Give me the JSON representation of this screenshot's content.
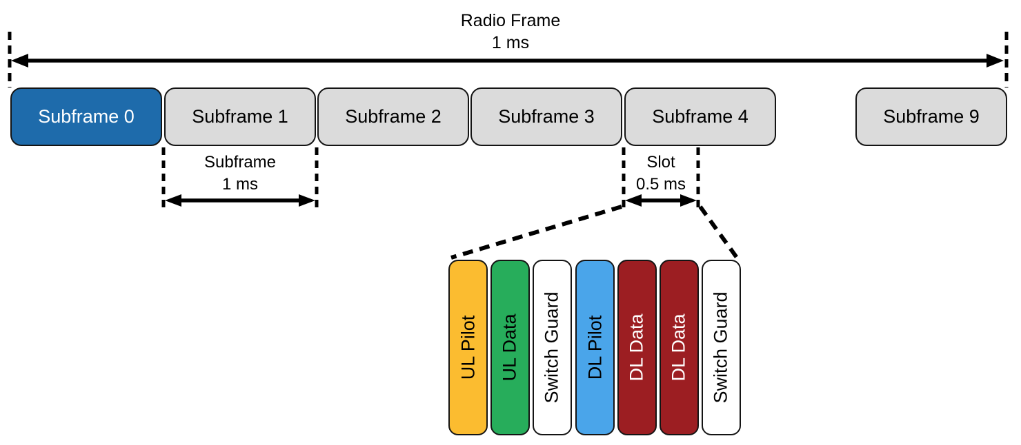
{
  "radio_frame": {
    "label": "Radio Frame",
    "duration": "1 ms"
  },
  "subframes": [
    {
      "label": "Subframe 0",
      "highlighted": true,
      "fill": "#1e6bab",
      "text_color": "#ffffff"
    },
    {
      "label": "Subframe 1",
      "highlighted": false,
      "fill": "#dbdbdb",
      "text_color": "#000000"
    },
    {
      "label": "Subframe 2",
      "highlighted": false,
      "fill": "#dbdbdb",
      "text_color": "#000000"
    },
    {
      "label": "Subframe 3",
      "highlighted": false,
      "fill": "#dbdbdb",
      "text_color": "#000000"
    },
    {
      "label": "Subframe 4",
      "highlighted": false,
      "fill": "#dbdbdb",
      "text_color": "#000000"
    },
    {
      "label": "Subframe 9",
      "highlighted": false,
      "fill": "#dbdbdb",
      "text_color": "#000000"
    }
  ],
  "subframe_annotation": {
    "label": "Subframe",
    "duration": "1 ms"
  },
  "slot_annotation": {
    "label": "Slot",
    "duration": "0.5 ms"
  },
  "slot_detail": [
    {
      "label": "UL Pilot",
      "fill": "#fbbc30",
      "text_color": "#000000"
    },
    {
      "label": "UL Data",
      "fill": "#27ad5b",
      "text_color": "#000000"
    },
    {
      "label": "Switch Guard",
      "fill": "#ffffff",
      "text_color": "#000000"
    },
    {
      "label": "DL Pilot",
      "fill": "#4aa5ea",
      "text_color": "#000000"
    },
    {
      "label": "DL Data",
      "fill": "#9c1e22",
      "text_color": "#ffffff"
    },
    {
      "label": "DL Data",
      "fill": "#9c1e22",
      "text_color": "#ffffff"
    },
    {
      "label": "Switch Guard",
      "fill": "#ffffff",
      "text_color": "#000000"
    }
  ],
  "colors": {
    "highlight_blue": "#1e6bab",
    "subframe_gray": "#dbdbdb",
    "line_black": "#000000",
    "background": "#ffffff"
  }
}
